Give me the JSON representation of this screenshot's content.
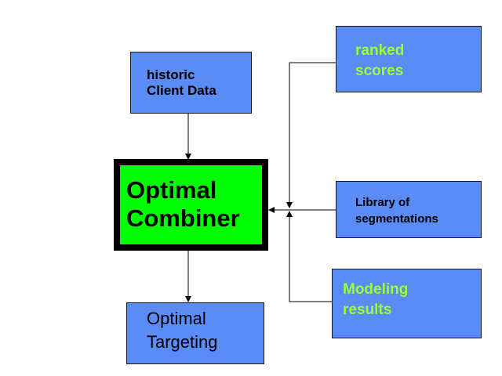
{
  "boxes": {
    "historic": "historic\nClient Data",
    "combiner": "Optimal\nCombiner",
    "targeting": "Optimal\nTargeting",
    "ranked": "ranked\nscores",
    "library": "Library of\nsegmentations",
    "modeling": "Modeling\nresults"
  },
  "colors": {
    "box_fill": "#5b8cf5",
    "combiner_fill": "#00ff00",
    "highlight_text": "#9cff33",
    "background": "#ffffff"
  }
}
